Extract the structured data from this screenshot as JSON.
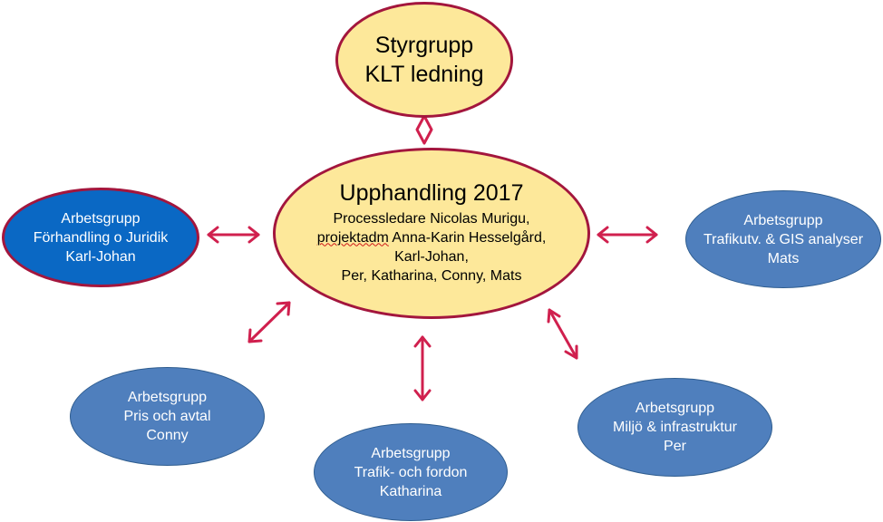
{
  "colors": {
    "highlight_fill": "#fde89a",
    "highlight_border": "#a3163d",
    "group_fill": "#4f7fbd",
    "group_fill_active": "#0a68c4",
    "arrow": "#d0204e"
  },
  "steering": {
    "line1": "Styrgrupp",
    "line2": "KLT ledning"
  },
  "center": {
    "title": "Upphandling 2017",
    "line1": "Processledare Nicolas Murigu,",
    "line2_word": "projektadm",
    "line2_rest": " Anna-Karin Hesselgård,",
    "line3": "Karl-Johan,",
    "line4": "Per, Katharina, Conny, Mats"
  },
  "groups": [
    {
      "label": "Arbetsgrupp",
      "name": "Förhandling o Juridik",
      "lead": "Karl-Johan"
    },
    {
      "label": "Arbetsgrupp",
      "name": "Trafikutv. & GIS analyser",
      "lead": "Mats"
    },
    {
      "label": "Arbetsgrupp",
      "name": "Pris och avtal",
      "lead": "Conny"
    },
    {
      "label": "Arbetsgrupp",
      "name": "Trafik- och fordon",
      "lead": "Katharina"
    },
    {
      "label": "Arbetsgrupp",
      "name": "Miljö & infrastruktur",
      "lead": "Per"
    }
  ]
}
